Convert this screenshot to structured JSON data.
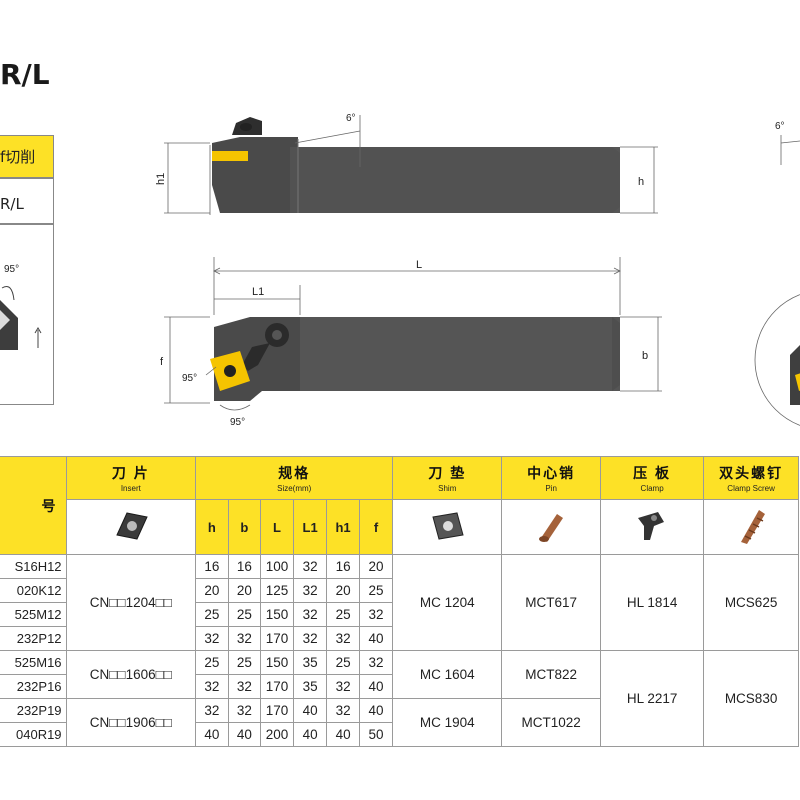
{
  "page": {
    "title": "R/L",
    "left_label_1": "f切削",
    "left_label_2": "R/L",
    "left_angle": "95°"
  },
  "diagram": {
    "side_angle": "6°",
    "h1": "h1",
    "h": "h",
    "L": "L",
    "L1": "L1",
    "f": "f",
    "b": "b",
    "angle_95a": "95°",
    "angle_95b": "95°",
    "right_angle": "6°"
  },
  "table": {
    "headers": {
      "insert": {
        "cn": "刀 片",
        "en": "Insert"
      },
      "size": {
        "cn": "规格",
        "en": "Size(mm)"
      },
      "shim": {
        "cn": "刀 垫",
        "en": "Shim"
      },
      "pin": {
        "cn": "中心销",
        "en": "Pin"
      },
      "clamp": {
        "cn": "压 板",
        "en": "Clamp"
      },
      "screw": {
        "cn": "双头螺钉",
        "en": "Clamp Screw"
      },
      "model": {
        "cn": "号",
        "en": ""
      }
    },
    "size_cols": [
      "h",
      "b",
      "L",
      "L1",
      "h1",
      "f"
    ],
    "models": [
      "S16H12",
      "020K12",
      "525M12",
      "232P12",
      "525M16",
      "232P16",
      "232P19",
      "040R19"
    ],
    "sizes": [
      [
        "16",
        "16",
        "100",
        "32",
        "16",
        "20"
      ],
      [
        "20",
        "20",
        "125",
        "32",
        "20",
        "25"
      ],
      [
        "25",
        "25",
        "150",
        "32",
        "25",
        "32"
      ],
      [
        "32",
        "32",
        "170",
        "32",
        "32",
        "40"
      ],
      [
        "25",
        "25",
        "150",
        "35",
        "25",
        "32"
      ],
      [
        "32",
        "32",
        "170",
        "35",
        "32",
        "40"
      ],
      [
        "32",
        "32",
        "170",
        "40",
        "32",
        "40"
      ],
      [
        "40",
        "40",
        "200",
        "40",
        "40",
        "50"
      ]
    ],
    "inserts": [
      "CN□□1204□□",
      "CN□□1606□□",
      "CN□□1906□□"
    ],
    "shims": [
      "MC 1204",
      "MC 1604",
      "MC 1904"
    ],
    "pins": [
      "MCT617",
      "MCT822",
      "MCT1022"
    ],
    "clamps": [
      "HL 1814",
      "HL 2217"
    ],
    "screws": [
      "MCS625",
      "MCS830"
    ]
  }
}
